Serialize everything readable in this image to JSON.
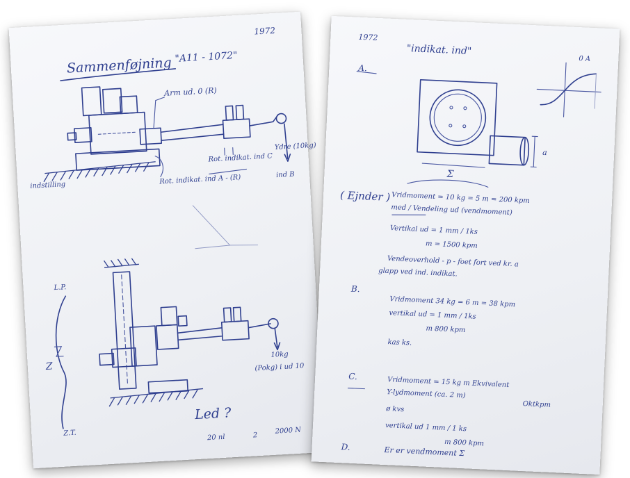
{
  "left_page": {
    "page_number": "1972",
    "heading": "Sammenføjning",
    "heading_sub": "\"A11 - 1072\"",
    "note_arm": "Arm ud. 0 (R)",
    "note_rotation_c": "Rot. indikat. ind C",
    "note_rotation_a": "Rot. indikat. ind A - (R)",
    "note_load": "Ydre (10kg)",
    "note_axis_b": "ind B",
    "note_fixing": "indstilling",
    "label_lp": "L.P.",
    "label_z": "Z",
    "label_bottom": "Z.T.",
    "note_load_lower": "10kg",
    "note_load_lower_2": "(Pokg) i ud 10",
    "question": "Led ?",
    "footer_a": "20 nl",
    "footer_b": "2",
    "footer_c": "2000 N"
  },
  "right_page": {
    "page_number": "1972",
    "heading": "\"indikat. ind\"",
    "section_a": "A.",
    "section_b": "B.",
    "section_c": "C.",
    "section_d": "D.",
    "bracket_note": "( Ejnder )",
    "dim_label": "Σ",
    "dim_side": "a",
    "graph_label": "0 A",
    "a_line1": "Vridmoment = 10 kg = 5 m = 200 kpm",
    "a_line2": "med / Vendeling ud (vendmoment)",
    "a_line3": "Vertikal ud = 1 mm / 1ks",
    "a_line4": "m = 1500 kpm",
    "a_line5": "Vendeoverhold - p - foet fort ved kr. a",
    "a_line6": "glapp ved ind. indikat.",
    "b_line1": "Vridmoment 34 kg = 6 m = 38 kpm",
    "b_line2": "vertikal ud = 1 mm / 1ks",
    "b_line3": "m 800 kpm",
    "b_line4": "kas ks.",
    "c_line1": "Vridmoment = 15 kg m Ekvivalent",
    "c_line2": "Y-lydmoment (ca. 2 m)",
    "c_line3": "Oktkpm",
    "c_line4": "ø kvs",
    "c_line5": "vertikal ud 1 mm / 1 ks",
    "c_line6": "m 800 kpm",
    "d_line": "Er er vendmoment Σ"
  }
}
